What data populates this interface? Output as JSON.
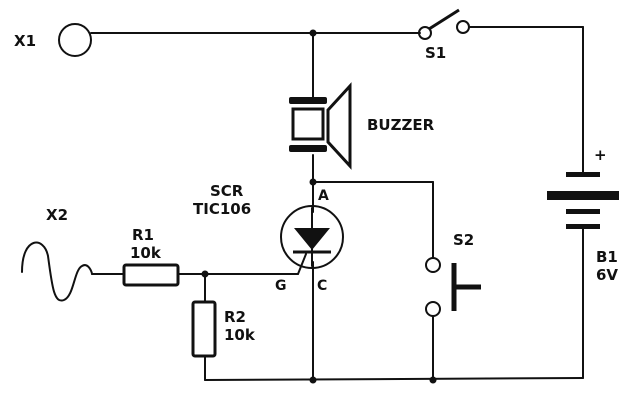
{
  "labels": {
    "x1": "X1",
    "x2": "X2",
    "s1": "S1",
    "s2": "S2",
    "buzzer": "BUZZER",
    "scr_name": "SCR",
    "scr_part": "TIC106",
    "anode": "A",
    "gate": "G",
    "cathode": "C",
    "r1_name": "R1",
    "r1_value": "10k",
    "r2_name": "R2",
    "r2_value": "10k",
    "battery_plus": "+",
    "b1_name": "B1",
    "b1_value": "6V"
  }
}
